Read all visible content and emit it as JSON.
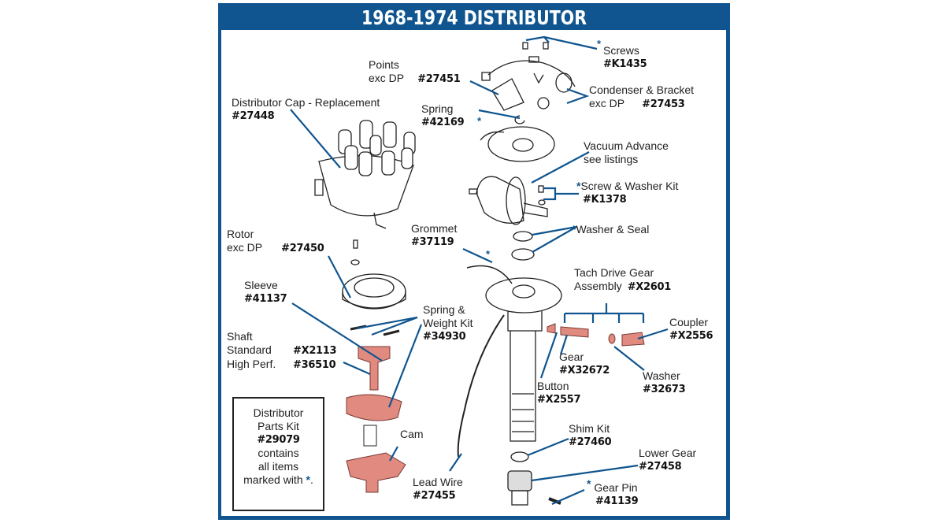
{
  "title": "1968-1974 DISTRIBUTOR",
  "colors": {
    "brand_blue": "#10558f",
    "part_highlight": "#e08a80"
  },
  "callouts": {
    "screws": {
      "name": "Screws",
      "part": "#K1435",
      "kit_item": true
    },
    "points": {
      "name": "Points",
      "note": "exc DP",
      "part": "#27451",
      "kit_item": false
    },
    "condenser": {
      "name": "Condenser & Bracket",
      "note": "exc DP",
      "part": "#27453",
      "kit_item": false
    },
    "spring": {
      "name": "Spring",
      "part": "#42169",
      "kit_item": true
    },
    "cap": {
      "name": "Distributor Cap - Replacement",
      "part": "#27448",
      "kit_item": false
    },
    "vacuum": {
      "name": "Vacuum Advance",
      "note": "see listings",
      "kit_item": false
    },
    "screw_washer": {
      "name": "Screw & Washer Kit",
      "part": "#K1378",
      "kit_item": true
    },
    "washer_seal": {
      "name": "Washer & Seal",
      "kit_item": true
    },
    "rotor": {
      "name": "Rotor",
      "note": "exc DP",
      "part": "#27450",
      "kit_item": false
    },
    "grommet": {
      "name": "Grommet",
      "part": "#37119",
      "kit_item": true
    },
    "sleeve": {
      "name": "Sleeve",
      "part": "#41137",
      "kit_item": false
    },
    "spring_weight": {
      "name": "Spring &",
      "name2": "Weight Kit",
      "part": "#34930",
      "kit_item": false
    },
    "tach": {
      "name": "Tach Drive Gear",
      "name2": "Assembly",
      "part": "#X2601",
      "kit_item": false
    },
    "coupler": {
      "name": "Coupler",
      "part": "#X2556",
      "kit_item": false
    },
    "shaft": {
      "name": "Shaft",
      "std_label": "Standard",
      "std_part": "#X2113",
      "hp_label": "High Perf.",
      "hp_part": "#36510"
    },
    "gear": {
      "name": "Gear",
      "part": "#X32672"
    },
    "washer": {
      "name": "Washer",
      "part": "#32673"
    },
    "button": {
      "name": "Button",
      "part": "#X2557"
    },
    "cam": {
      "name": "Cam"
    },
    "shim": {
      "name": "Shim Kit",
      "part": "#27460"
    },
    "lower_gear": {
      "name": "Lower Gear",
      "part": "#27458"
    },
    "lead_wire": {
      "name": "Lead Wire",
      "part": "#27455"
    },
    "gear_pin": {
      "name": "Gear Pin",
      "part": "#41139",
      "kit_item": true
    }
  },
  "kit_box": {
    "line1": "Distributor",
    "line2": "Parts Kit",
    "part": "#29079",
    "line3": "contains",
    "line4": "all items",
    "line5": "marked with",
    "star": "*",
    "period": "."
  },
  "star_symbol": "*"
}
